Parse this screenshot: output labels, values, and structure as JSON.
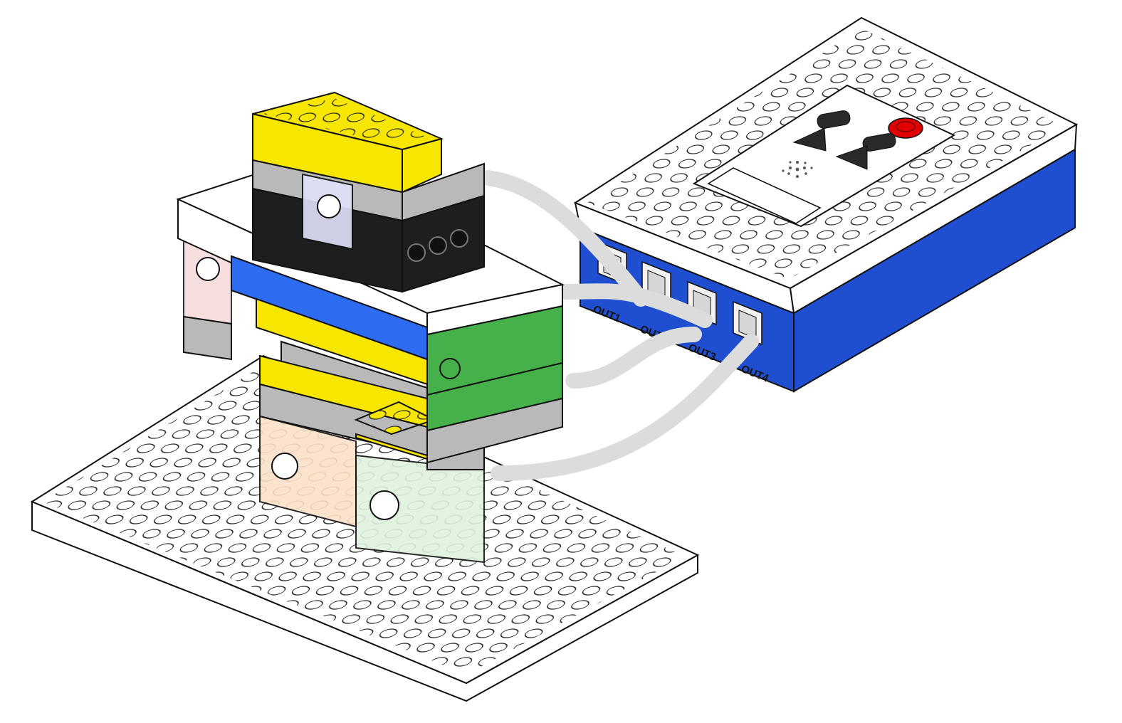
{
  "controller": {
    "ports": [
      {
        "label": "OUT1"
      },
      {
        "label": "OUT2"
      },
      {
        "label": "OUT3"
      },
      {
        "label": "OUT4"
      }
    ],
    "power_button_color": "#e00000"
  },
  "colors": {
    "stroke": "#111111",
    "white_brick": "#ffffff",
    "gray_brick": "#b9b9b9",
    "yellow_brick": "#f7e600",
    "blue_brick": "#2d6bf0",
    "green_brick": "#46b04a",
    "black_brick": "#1e1e1e",
    "controller_body": "#1f4fd0",
    "cable": "#dcdcdc"
  },
  "icons": {
    "power_button": "power-button-icon",
    "speaker": "speaker-grille-icon",
    "arrow_left": "arrow-left-icon",
    "arrow_right": "arrow-right-icon"
  }
}
